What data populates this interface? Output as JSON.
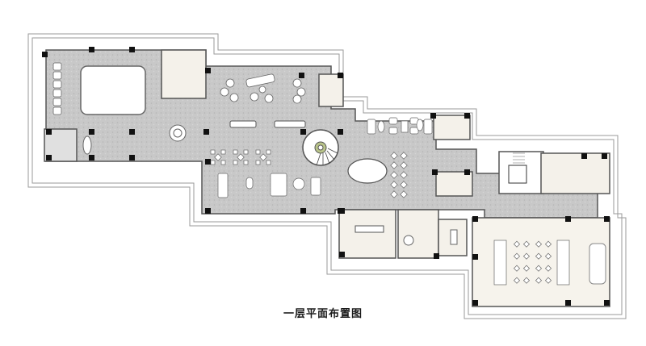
{
  "drawing": {
    "title": "一层平面布置图",
    "type": "architectural floor plan",
    "colors": {
      "floor_stone": "#c9c9c9",
      "room_floor": "#f4f1ea",
      "wall": "#555555",
      "column": "#111111",
      "outline": "#8a8a8a",
      "stair_center": "#b9c48a"
    }
  },
  "zones": [
    {
      "id": "west-hall-with-pool",
      "shading": "stone"
    },
    {
      "id": "west-small-room",
      "shading": "light"
    },
    {
      "id": "entrance-vestibule",
      "shading": "stone"
    },
    {
      "id": "central-lounge",
      "shading": "stone"
    },
    {
      "id": "spiral-stair",
      "shading": "white"
    },
    {
      "id": "oval-conference",
      "shading": "white"
    },
    {
      "id": "east-corridor",
      "shading": "stone"
    },
    {
      "id": "stair-core",
      "shading": "white"
    },
    {
      "id": "restrooms",
      "shading": "light"
    },
    {
      "id": "meeting-room-a",
      "shading": "light"
    },
    {
      "id": "meeting-room-b",
      "shading": "light"
    },
    {
      "id": "small-office",
      "shading": "light"
    },
    {
      "id": "banquet-hall",
      "shading": "light"
    }
  ]
}
